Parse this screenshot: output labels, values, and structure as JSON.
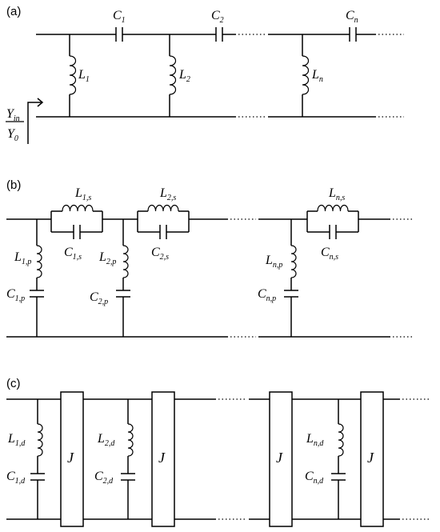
{
  "panels": {
    "a": {
      "tag": "(a)",
      "series_caps": [
        {
          "main": "C",
          "sub": "1"
        },
        {
          "main": "C",
          "sub": "2"
        },
        {
          "main": "C",
          "sub": "n"
        }
      ],
      "shunt_inds": [
        {
          "main": "L",
          "sub": "1"
        },
        {
          "main": "L",
          "sub": "2"
        },
        {
          "main": "L",
          "sub": "n"
        }
      ],
      "admittance": {
        "num": "Y",
        "num_sub": "in",
        "den": "Y",
        "den_sub": "0"
      }
    },
    "b": {
      "tag": "(b)",
      "series_L": [
        {
          "main": "L",
          "sub": "1,s"
        },
        {
          "main": "L",
          "sub": "2,s"
        },
        {
          "main": "L",
          "sub": "n,s"
        }
      ],
      "series_C": [
        {
          "main": "C",
          "sub": "1,s"
        },
        {
          "main": "C",
          "sub": "2,s"
        },
        {
          "main": "C",
          "sub": "n,s"
        }
      ],
      "shunt_L": [
        {
          "main": "L",
          "sub": "1,p"
        },
        {
          "main": "L",
          "sub": "2,p"
        },
        {
          "main": "L",
          "sub": "n,p"
        }
      ],
      "shunt_C": [
        {
          "main": "C",
          "sub": "1,p"
        },
        {
          "main": "C",
          "sub": "2,p"
        },
        {
          "main": "C",
          "sub": "n,p"
        }
      ]
    },
    "c": {
      "tag": "(c)",
      "shunt_L": [
        {
          "main": "L",
          "sub": "1,d"
        },
        {
          "main": "L",
          "sub": "2,d"
        },
        {
          "main": "L",
          "sub": "n,d"
        }
      ],
      "shunt_C": [
        {
          "main": "C",
          "sub": "1,d"
        },
        {
          "main": "C",
          "sub": "2,d"
        },
        {
          "main": "C",
          "sub": "n,d"
        }
      ],
      "inverter_label": "J"
    }
  }
}
